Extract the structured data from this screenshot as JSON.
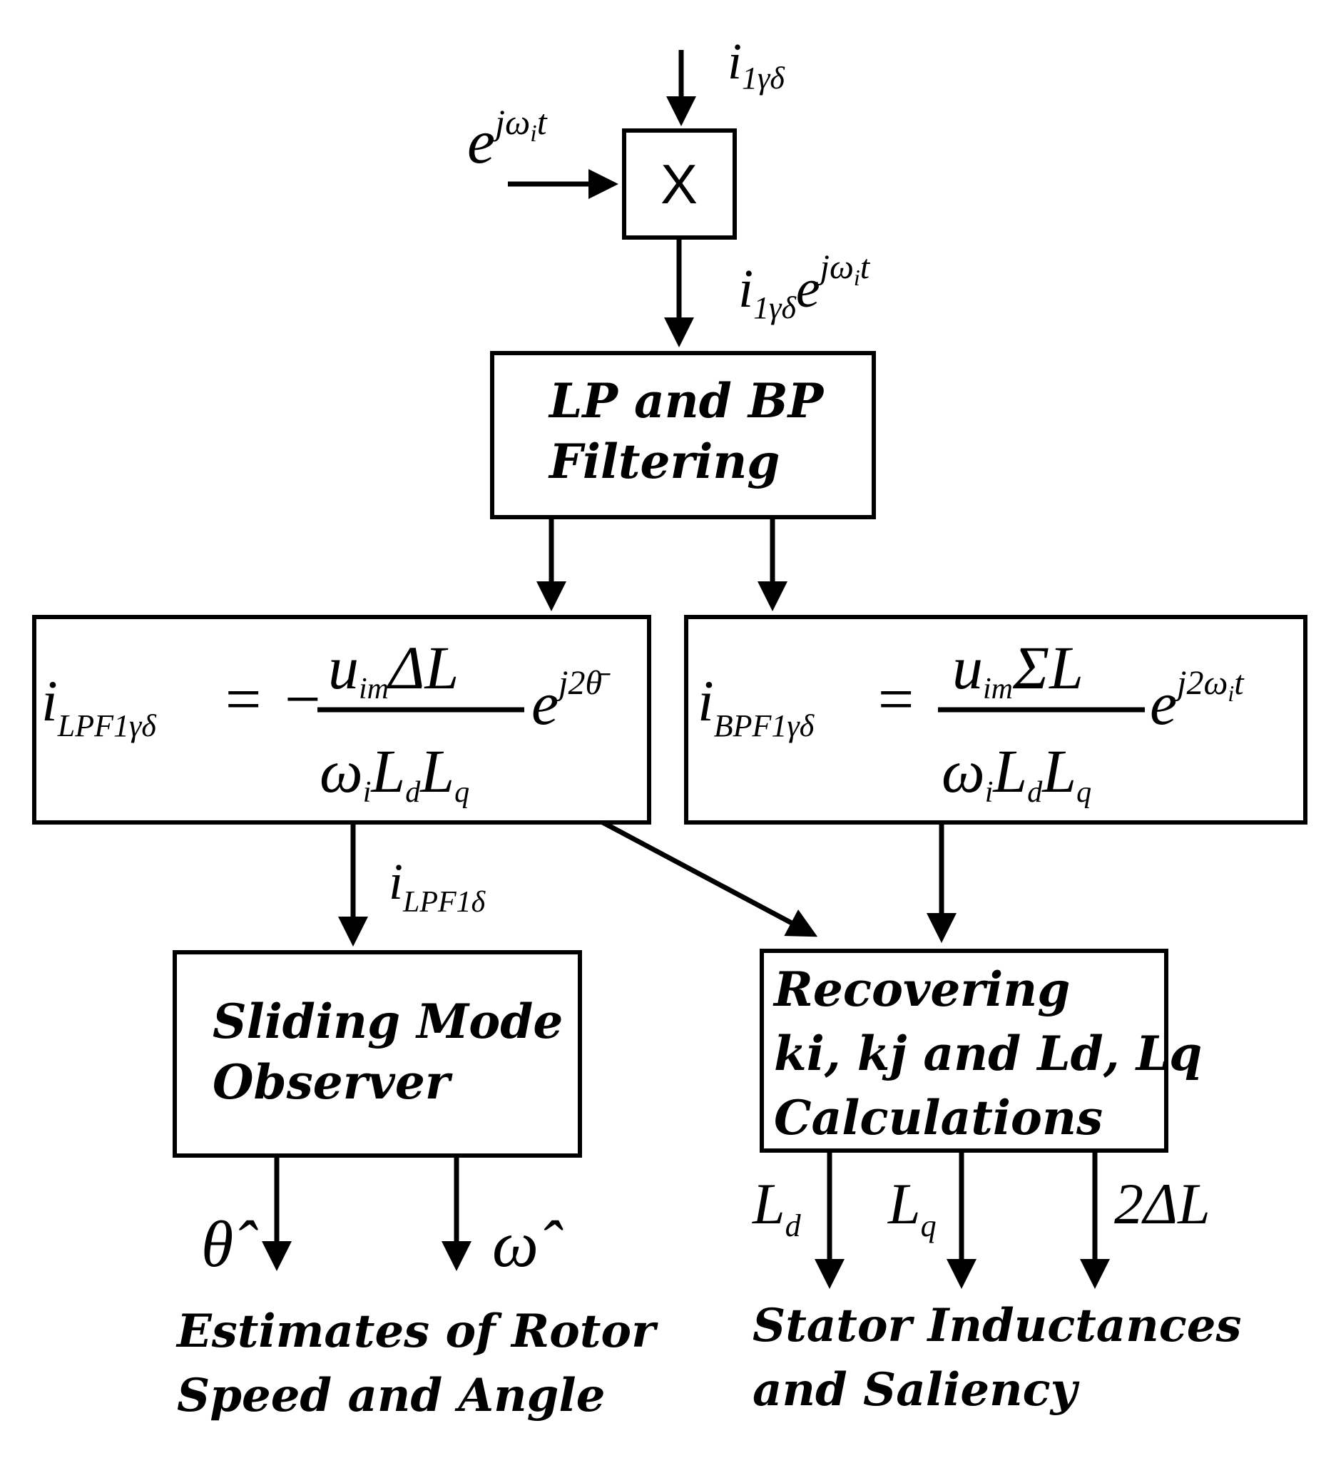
{
  "inputs": {
    "current_in": "i",
    "current_in_sub": "1γδ",
    "carrier_base": "e",
    "carrier_exp": "jω",
    "carrier_exp_sub": "i",
    "carrier_exp_t": "t"
  },
  "multiplier": {
    "symbol": "X"
  },
  "mixed_signal": {
    "base": "i",
    "sub": "1γδ",
    "exp_base": "e",
    "exp": "jω",
    "exp_sub": "i",
    "exp_t": "t"
  },
  "filter_block": {
    "line1": "LP and BP",
    "line2": "Filtering"
  },
  "lpf_equation": {
    "lhs": "i",
    "lhs_sub": "LPF1γδ",
    "eq": "= −",
    "num": "u",
    "num_sub": "im",
    "num_rest": "ΔL",
    "den_a": "ω",
    "den_a_sub": "i",
    "den_b": "L",
    "den_b_sub": "d",
    "den_c": "L",
    "den_c_sub": "q",
    "tail": "e",
    "tail_exp": "j2θ̄"
  },
  "bpf_equation": {
    "lhs": "i",
    "lhs_sub": "BPF1γδ",
    "eq": "=",
    "num": "u",
    "num_sub": "im",
    "num_rest": "ΣL",
    "den_a": "ω",
    "den_a_sub": "i",
    "den_b": "L",
    "den_b_sub": "d",
    "den_c": "L",
    "den_c_sub": "q",
    "tail": "e",
    "tail_exp": "j2ω",
    "tail_exp_sub": "i",
    "tail_exp_t": "t"
  },
  "lpf_out": {
    "base": "i",
    "sub": "LPF1δ"
  },
  "smo_block": {
    "line1": "Sliding Mode",
    "line2": "Observer"
  },
  "recover_block": {
    "line1": "Recovering",
    "line2": "ki, kj and Ld, Lq",
    "line3": "Calculations"
  },
  "outputs": {
    "theta_hat": "θ̂",
    "omega_hat": "ω̂",
    "ld": "L",
    "ld_sub": "d",
    "lq": "L",
    "lq_sub": "q",
    "saliency": "2ΔL"
  },
  "captions": {
    "left_line1": "Estimates of Rotor",
    "left_line2": "Speed and Angle",
    "right_line1": "Stator Inductances",
    "right_line2": "and Saliency"
  }
}
